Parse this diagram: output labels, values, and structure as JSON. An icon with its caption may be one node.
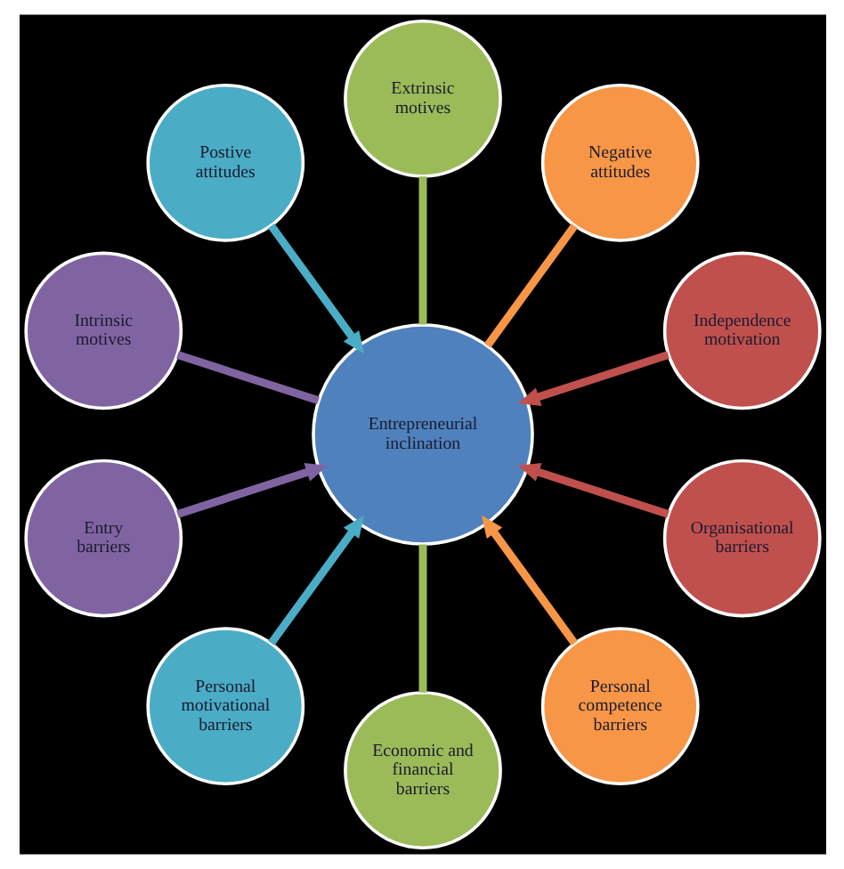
{
  "diagram": {
    "nodes": [
      {
        "text": [
          "Independence motivation"
        ]
      },
      {
        "text": [
          "Negative attitudes"
        ]
      },
      {
        "text": [
          "Extrinsic motives"
        ]
      },
      {
        "text": [
          "Postive attitudes"
        ]
      },
      {
        "text": [
          "Intrinsic motives"
        ]
      },
      {
        "text": [
          "Entrepreneurial inclination"
        ]
      },
      {
        "text": [
          "Entry barriers"
        ]
      },
      {
        "text": [
          "Personal motivational barriers"
        ]
      },
      {
        "text": [
          "Economic and financial barriers"
        ]
      },
      {
        "text": [
          "Personal competence barriers"
        ]
      },
      {
        "text": [
          "Organisational barriers"
        ]
      }
    ],
    "edges": [
      {
        "from": 0,
        "to": 5,
        "arrow": "to",
        "color": "#c0504d"
      },
      {
        "from": 2,
        "to": 5,
        "arrow": "none",
        "color": "#9bbb59"
      },
      {
        "from": 4,
        "to": 5,
        "arrow": "none",
        "color": "#8064a2"
      },
      {
        "from": 7,
        "to": 5,
        "arrow": "to",
        "color": "#4bacc6"
      },
      {
        "from": 9,
        "to": 5,
        "arrow": "to",
        "color": "#f79646"
      },
      {
        "from": 10,
        "to": 5,
        "arrow": "to",
        "color": "#c0504d"
      },
      {
        "from": 8,
        "to": 5,
        "arrow": "none",
        "color": "#9bbb59"
      },
      {
        "from": 6,
        "to": 5,
        "arrow": "to",
        "color": "#8064a2"
      },
      {
        "from": 3,
        "to": 5,
        "arrow": "to",
        "color": "#4bacc6"
      },
      {
        "from": 1,
        "to": 5,
        "arrow": "none",
        "color": "#f79646"
      }
    ]
  }
}
